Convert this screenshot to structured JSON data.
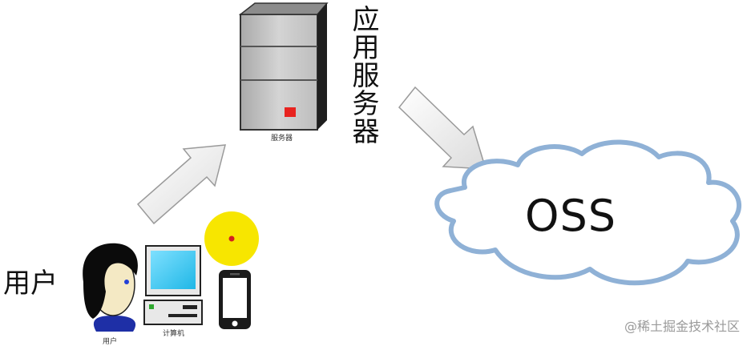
{
  "labels": {
    "app_server": "应用服务器",
    "user": "用户",
    "oss": "OSS",
    "server_caption": "服务器",
    "computer_caption": "计算机",
    "user_caption": "用户",
    "watermark": "@稀土掘金技术社区"
  },
  "colors": {
    "cloud_stroke": "#8fb1d6",
    "server_body": "#c9c9c9",
    "server_led": "#e8231f",
    "monitor_screen": "#39c8ee",
    "signal_disc": "#f7e600",
    "arrow_fill": "#f4f4f4",
    "arrow_stroke": "#9a9a9a"
  }
}
